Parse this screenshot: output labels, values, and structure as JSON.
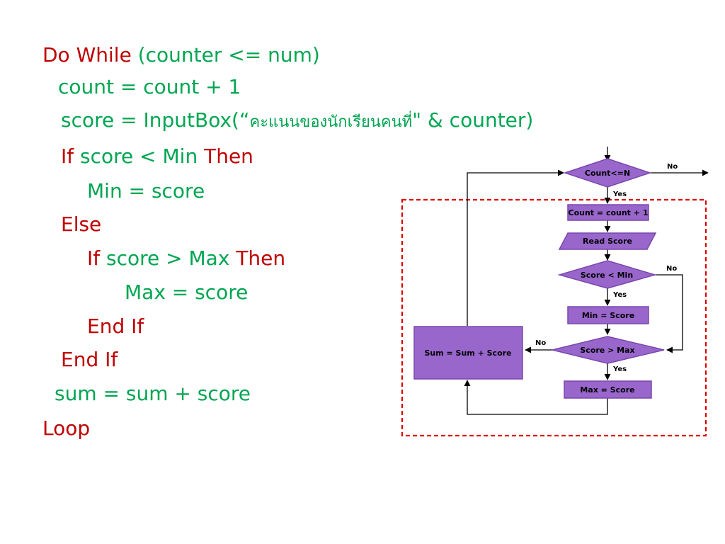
{
  "code": {
    "lines": [
      {
        "parts": [
          {
            "text": "Do While",
            "kind": "keyword"
          },
          {
            "text": " (counter <= num)",
            "kind": "text"
          }
        ]
      },
      {
        "parts": [
          {
            "text": "count = count + 1",
            "kind": "text"
          }
        ]
      },
      {
        "parts": [
          {
            "text": "score = InputBox(“",
            "kind": "text"
          },
          {
            "text": "คะแนนของนักเรียนคนที่",
            "kind": "thai"
          },
          {
            "text": "\" & counter)",
            "kind": "text"
          }
        ]
      },
      {
        "parts": [
          {
            "text": "If",
            "kind": "keyword"
          },
          {
            "text": " score < Min ",
            "kind": "text"
          },
          {
            "text": "Then",
            "kind": "keyword"
          }
        ]
      },
      {
        "parts": [
          {
            "text": "Min = score",
            "kind": "text"
          }
        ]
      },
      {
        "parts": [
          {
            "text": "Else",
            "kind": "keyword"
          }
        ]
      },
      {
        "parts": [
          {
            "text": "If",
            "kind": "keyword"
          },
          {
            "text": " score > Max ",
            "kind": "text"
          },
          {
            "text": "Then",
            "kind": "keyword"
          }
        ]
      },
      {
        "parts": [
          {
            "text": "Max = score",
            "kind": "text"
          }
        ]
      },
      {
        "parts": [
          {
            "text": "End If",
            "kind": "keyword"
          }
        ]
      },
      {
        "parts": [
          {
            "text": "End If",
            "kind": "keyword"
          }
        ]
      },
      {
        "parts": [
          {
            "text": "sum = sum + score",
            "kind": "text"
          }
        ]
      },
      {
        "parts": [
          {
            "text": "Loop",
            "kind": "keyword"
          }
        ]
      }
    ]
  },
  "flowchart": {
    "nodes": {
      "cond_count": "Count<=N",
      "increment": "Count = count + 1",
      "read_score": "Read Score",
      "cond_min": "Score < Min",
      "set_min": "Min = Score",
      "cond_max": "Score > Max",
      "set_max": "Max = Score",
      "sum": "Sum = Sum + Score"
    },
    "labels": {
      "no_exit": "No",
      "yes_count": "Yes",
      "no_min": "No",
      "yes_min": "Yes",
      "no_max": "No",
      "yes_max": "Yes"
    }
  },
  "colors": {
    "keyword": "#c00000",
    "text": "#00a651",
    "node_fill": "#9966cc",
    "dashed_frame": "#e00000"
  }
}
